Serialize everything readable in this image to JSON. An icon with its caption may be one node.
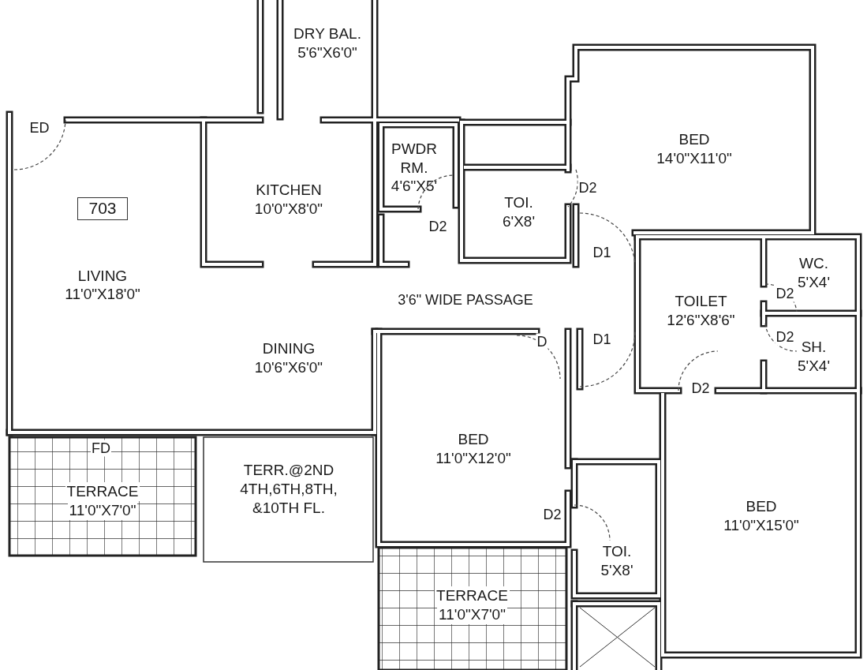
{
  "diagram": {
    "nodes": [
      {
        "text": [
          "DRY BAL.",
          "5'6\"X6'0\""
        ]
      },
      {
        "text": [
          "LIVING",
          "11'0\"X18'0\""
        ]
      },
      {
        "text": [
          "703"
        ],
        "in": 1
      },
      {
        "text": [
          "KITCHEN",
          "10'0\"X8'0\""
        ]
      },
      {
        "text": [
          "PWDR RM.",
          "4'6\"X5'"
        ]
      },
      {
        "text": [
          "TOI.",
          "6'X8'"
        ]
      },
      {
        "text": [
          "BED",
          "14'0\"X11'0\""
        ]
      },
      {
        "text": [
          "TOILET",
          "12'6\"X8'6\""
        ]
      },
      {
        "text": [
          "WC.",
          "5'X4'"
        ]
      },
      {
        "text": [
          "SH.",
          "5'X4'"
        ]
      },
      {
        "text": [
          "DINING",
          "10'6\"X6'0\""
        ]
      },
      {
        "text": [
          "BED",
          "11'0\"X12'0\""
        ]
      },
      {
        "text": [
          "TERRACE",
          "11'0\"X7'0\""
        ]
      },
      {
        "text": [
          "TERR.@2ND 4TH,6TH,8TH, &10TH FL."
        ]
      },
      {
        "text": [
          "TOI.",
          "5'X8'"
        ]
      },
      {
        "text": [
          "TERRACE",
          "11'0\"X7'0\""
        ]
      },
      {
        "text": [
          "BED",
          "11'0\"X15'0\""
        ]
      }
    ],
    "labels": [
      "ED",
      "D2",
      "D2",
      "D1",
      "D2",
      "3'6\" WIDE PASSAGE",
      "D2",
      "D",
      "D1",
      "D2",
      "FD",
      "D2"
    ]
  }
}
